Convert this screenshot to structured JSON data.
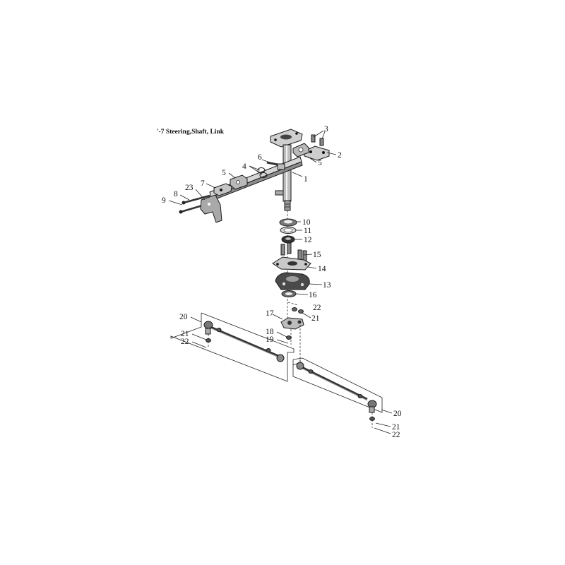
{
  "title": "'-7 Steering,Shaft, Link",
  "callouts": {
    "c1": "1",
    "c2": "2",
    "c3": "3",
    "c4": "4",
    "c5a": "5",
    "c5b": "5",
    "c6": "6",
    "c7": "7",
    "c8": "8",
    "c9": "9",
    "c10": "10",
    "c11": "11",
    "c12": "12",
    "c13": "13",
    "c14": "14",
    "c15": "15",
    "c16": "16",
    "c17": "17",
    "c18": "18",
    "c19": "19",
    "c20a": "20",
    "c20b": "20",
    "c21a": "21",
    "c21b": "21",
    "c21c": "21",
    "c22a": "22",
    "c22b": "22",
    "c22c": "22",
    "c23": "23"
  }
}
